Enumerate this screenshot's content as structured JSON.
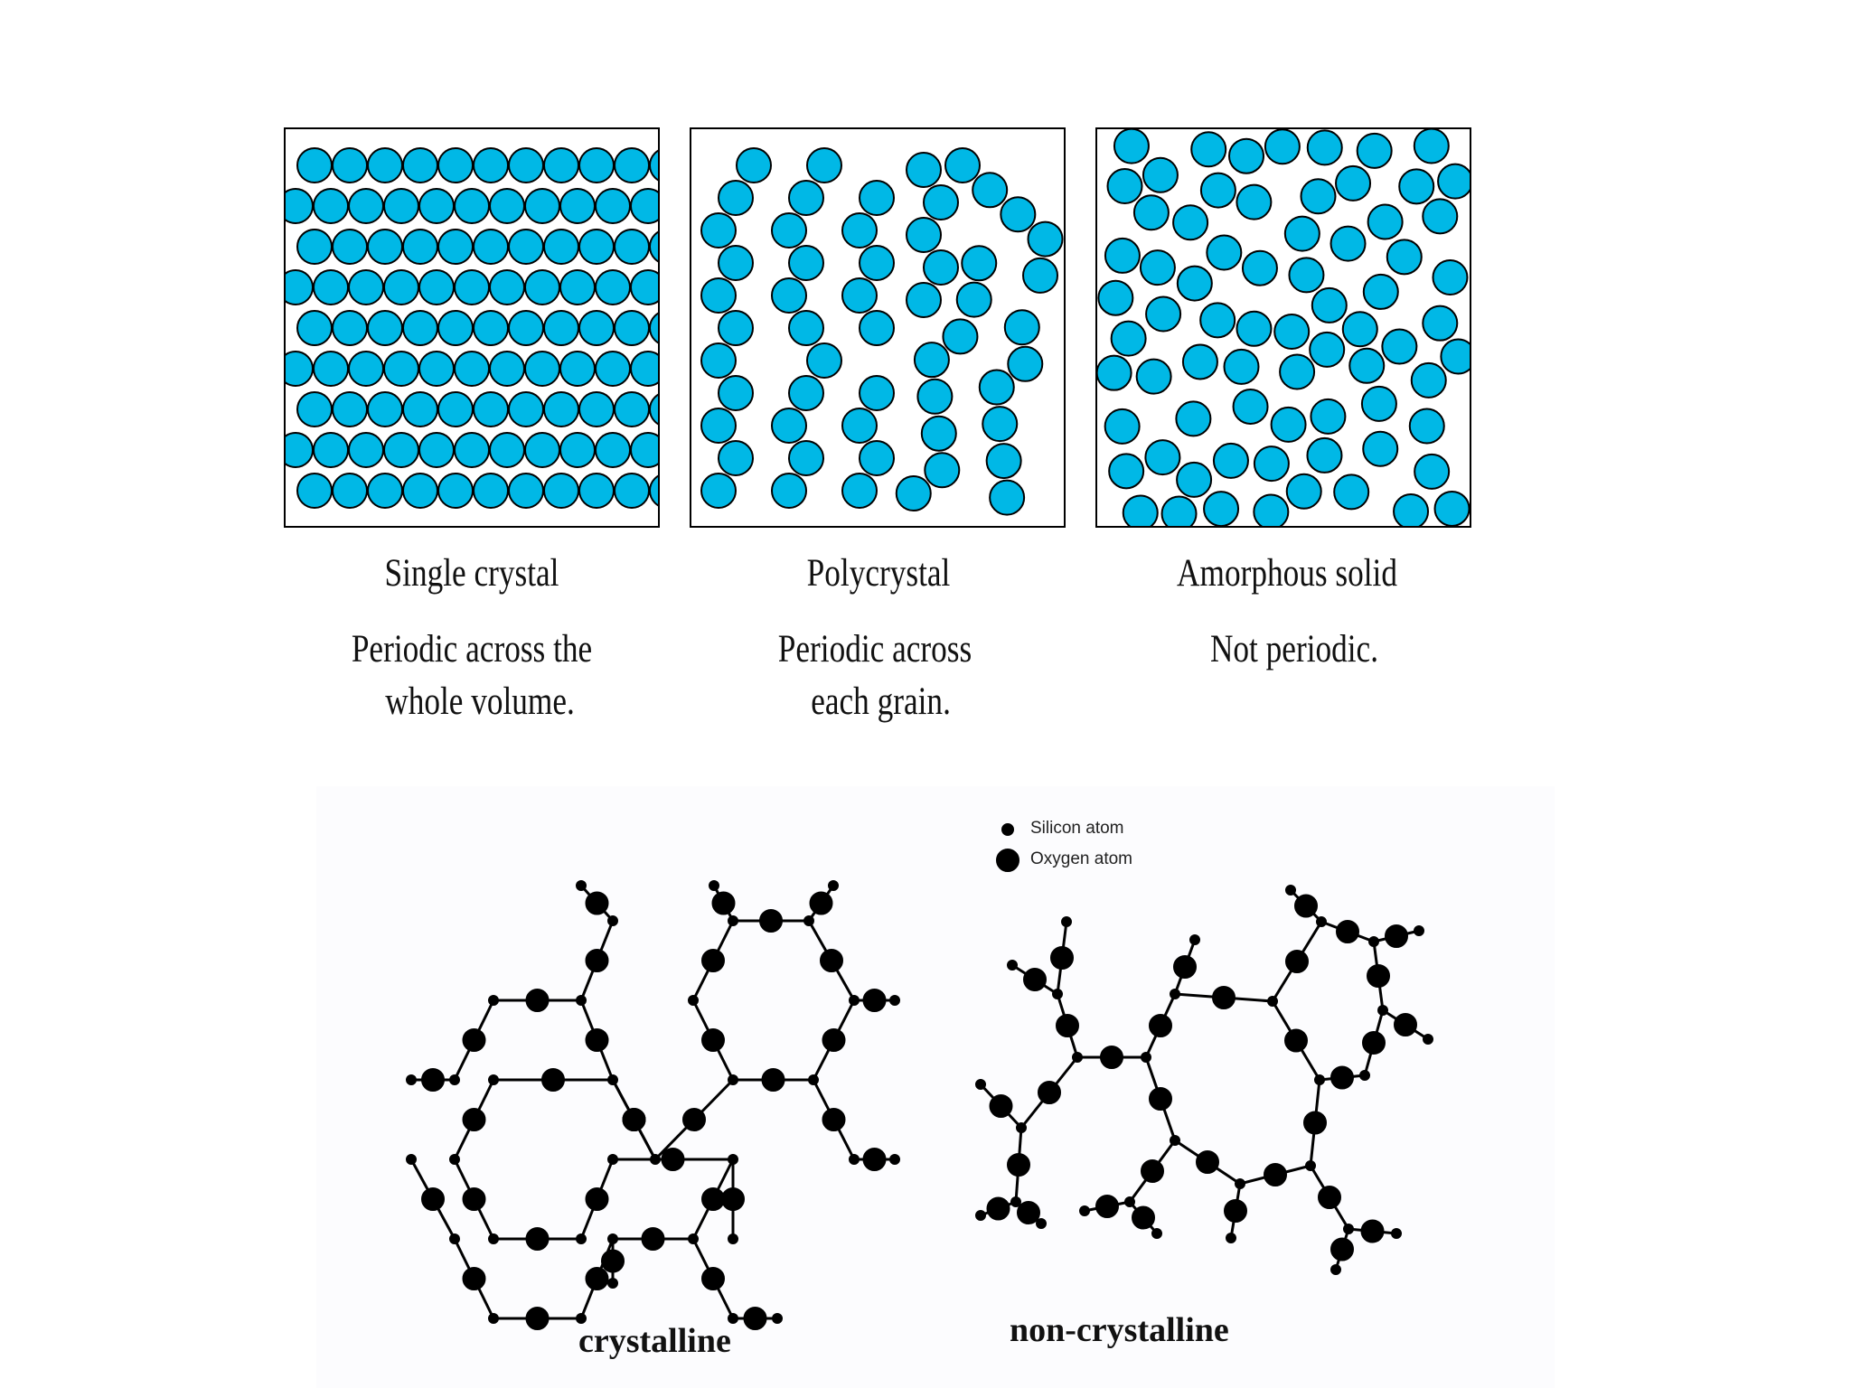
{
  "panels": [
    {
      "title": "Single crystal",
      "line1": "Periodic across the",
      "line2": "whole volume."
    },
    {
      "title": "Polycrystal",
      "line1": "Periodic across",
      "line2": "each grain."
    },
    {
      "title": "Amorphous solid",
      "line1": "Not periodic.",
      "line2": ""
    }
  ],
  "legend": {
    "silicon": "Silicon atom",
    "oxygen": "Oxygen atom"
  },
  "labels": {
    "crystalline": "crystalline",
    "non_crystalline": "non-crystalline"
  },
  "colors": {
    "atom_fill": "#00b8e6",
    "atom_stroke": "#000000",
    "bond": "#000000"
  }
}
